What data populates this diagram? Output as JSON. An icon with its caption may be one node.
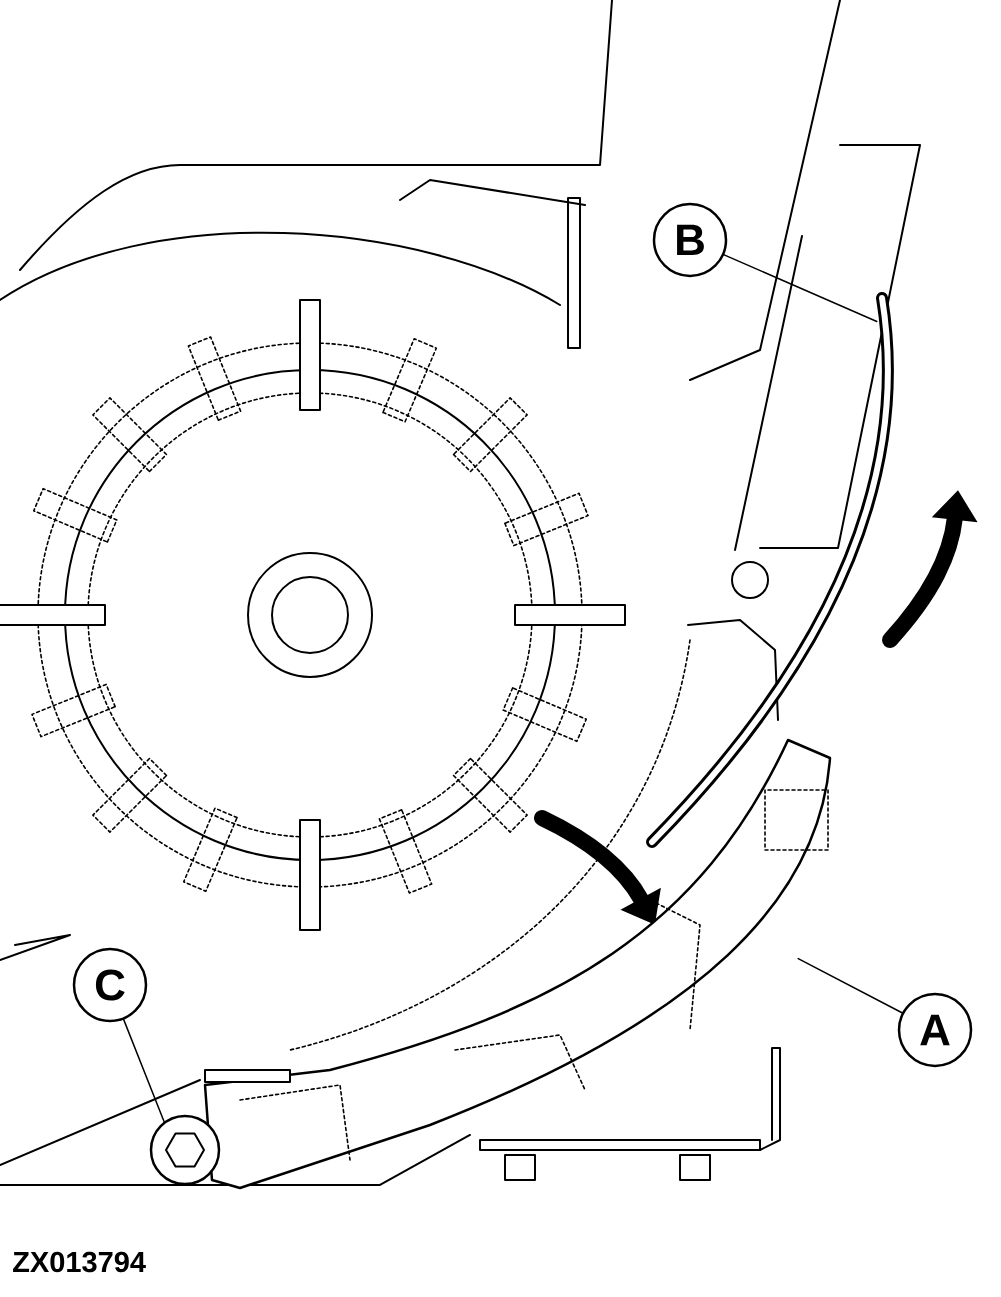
{
  "diagram": {
    "nodes": [
      {
        "text": [
          "B"
        ]
      },
      {
        "text": [],
        "shape": "picture"
      },
      {
        "text": [
          "A"
        ]
      },
      {
        "text": [],
        "shape": "picture"
      },
      {
        "text": [
          "C"
        ]
      },
      {
        "text": [],
        "shape": "picture"
      }
    ],
    "edges": [
      {
        "from": 0,
        "to": 1,
        "arrow": "none"
      },
      {
        "from": 2,
        "to": 3,
        "arrow": "none"
      },
      {
        "from": 4,
        "to": 5,
        "arrow": "none"
      }
    ],
    "labels": [
      "ZX013794"
    ]
  }
}
